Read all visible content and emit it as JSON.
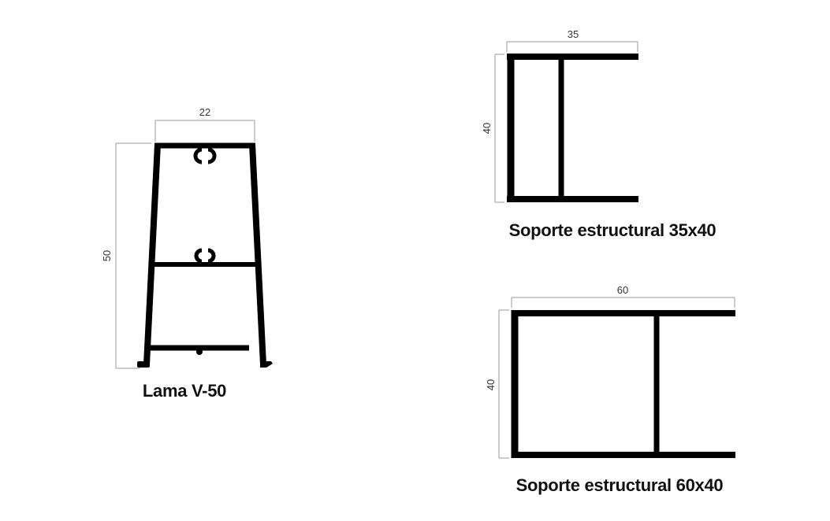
{
  "profiles": [
    {
      "caption": "Lama V-50",
      "width_label": "22",
      "height_label": "50"
    },
    {
      "caption": "Soporte estructural 35x40",
      "width_label": "35",
      "height_label": "40"
    },
    {
      "caption": "Soporte estructural 60x40",
      "width_label": "60",
      "height_label": "40"
    }
  ],
  "colors": {
    "profile": "#000000",
    "dimension": "#999999",
    "text": "#111111"
  }
}
